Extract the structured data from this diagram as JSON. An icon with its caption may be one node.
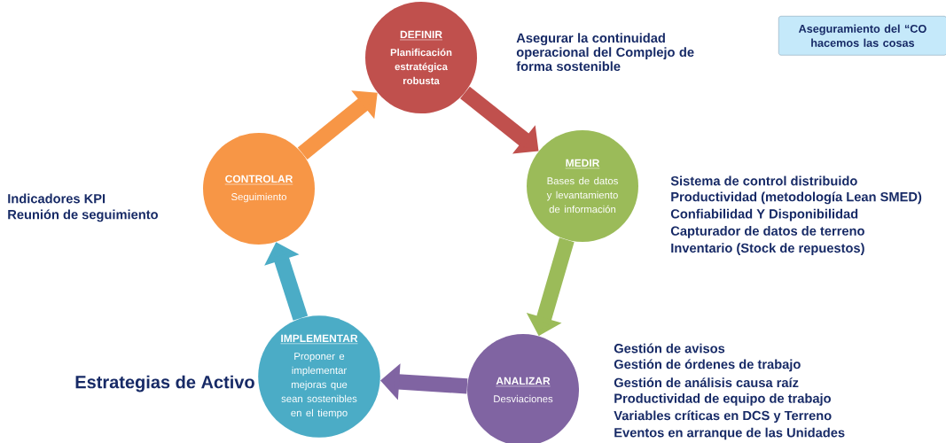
{
  "diagram": {
    "nodes": [
      {
        "text": [
          "DEFINIR",
          "Planificación estratégica robusta"
        ],
        "beside": [
          "Asegurar la continuidad operacional del Complejo de forma sostenible"
        ]
      },
      {
        "text": [
          "MEDIR",
          "Bases de datos y levantamiento de información"
        ],
        "beside": [
          "Sistema de control distribuido",
          "Productividad (metodología Lean SMED)",
          "Confiabilidad Y Disponibilidad",
          "Capturador de datos de terreno",
          "Inventario (Stock de repuestos)"
        ]
      },
      {
        "text": [
          "ANALIZAR",
          "Desviaciones"
        ],
        "beside": [
          "Gestión de avisos",
          "Gestión de órdenes de trabajo",
          "Gestión de análisis causa raíz",
          "Productividad de equipo de trabajo",
          "Variables críticas en DCS y Terreno",
          "Eventos en arranque de las Unidades"
        ]
      },
      {
        "text": [
          "IMPLEMENTAR",
          "Proponer e implementar mejoras que sean sostenibles en el tiempo"
        ]
      },
      {
        "text": [
          "CONTROLAR",
          "Seguimiento"
        ],
        "beside": [
          "Indicadores KPI",
          "Reunión de seguimiento"
        ]
      },
      {
        "text": [
          "Aseguramiento del “CO hacemos las cosas"
        ]
      }
    ],
    "edges": [
      {
        "from": 0,
        "to": 1,
        "arrow": "to",
        "color": "#c0504d"
      },
      {
        "from": 1,
        "to": 2,
        "arrow": "to",
        "color": "#9bbb59"
      },
      {
        "from": 2,
        "to": 3,
        "arrow": "to",
        "color": "#8064a2"
      },
      {
        "from": 3,
        "to": 4,
        "arrow": "to",
        "color": "#4bacc6"
      },
      {
        "from": 4,
        "to": 0,
        "arrow": "to",
        "color": "#f79646"
      }
    ],
    "labels": [
      "Estrategias de Activo"
    ]
  }
}
